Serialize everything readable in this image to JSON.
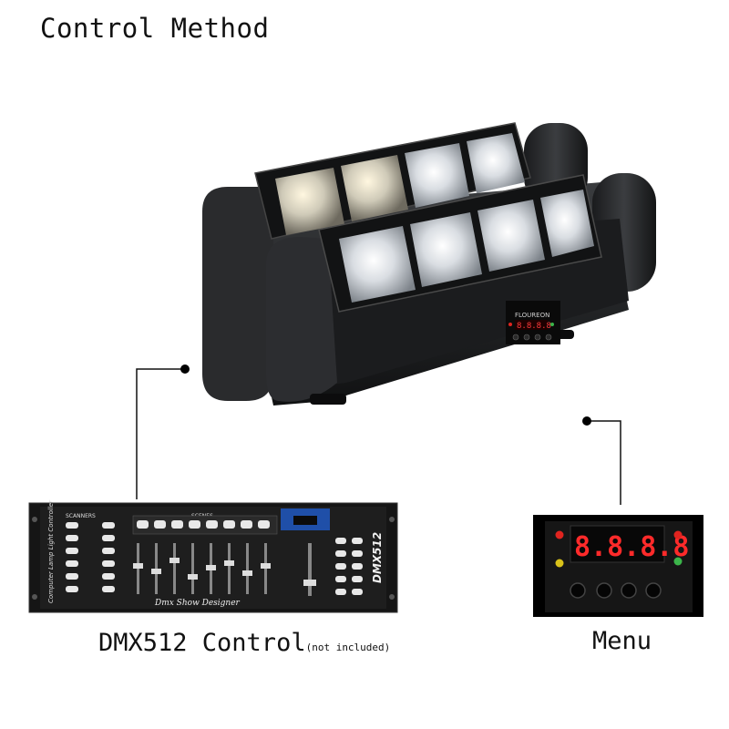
{
  "title": "Control Method",
  "fixture": {
    "brand": "FLOUREON",
    "display": "8.8.8.8"
  },
  "controller": {
    "scanners_label": "SCANNERS",
    "scenes_label": "SCENES",
    "side_label": "DMX512",
    "script_label": "Dmx Show Designer",
    "vertical_label": "Computer Lamp Light Controller"
  },
  "menu_panel": {
    "display": "8.8.8.8"
  },
  "captions": {
    "dmx_main": "DMX512 Control",
    "dmx_note": "(not included)",
    "menu": "Menu"
  },
  "colors": {
    "led_red": "#e0241f",
    "led_yellow": "#d9c21a",
    "led_green": "#3bb54a",
    "display_red": "#ff2a2a"
  },
  "icons": [
    "pointer-dot-icon",
    "led-indicator-icon",
    "knob-icon",
    "fader-icon"
  ]
}
